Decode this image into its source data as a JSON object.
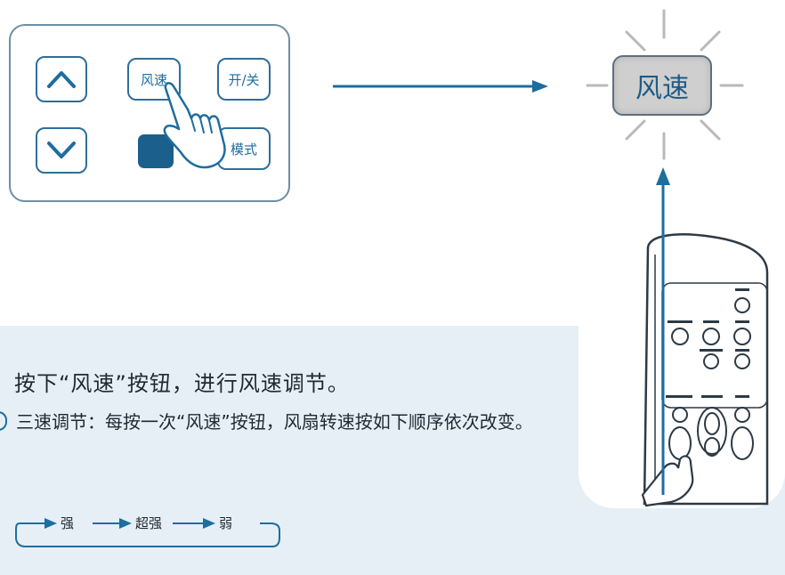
{
  "panel": {
    "fan_speed_label": "风速",
    "power_label": "开/关",
    "mode_label": "模式"
  },
  "display": {
    "fan_speed_label": "风速"
  },
  "instructions": {
    "line1": "按下“风速”按钮，进行风速调节。",
    "line2": "三速调节：每按一次“风速”按钮，风扇转速按如下顺序依次改变。"
  },
  "sequence": [
    "强",
    "超强",
    "弱"
  ],
  "colors": {
    "accent": "#1e6d9f",
    "info_bg": "#e6eff6",
    "display_bg": "#cfcfcf"
  }
}
